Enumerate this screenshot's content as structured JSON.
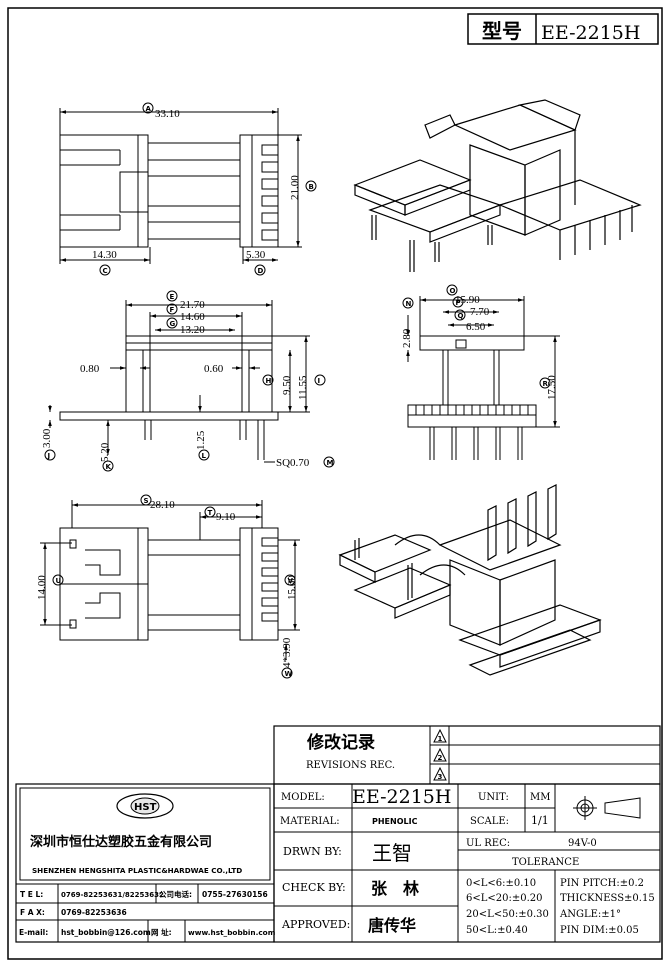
{
  "header": {
    "model_label": "型号",
    "model_value": "EE-2215H"
  },
  "views": {
    "top": {
      "A": "33.10",
      "B": "21.00",
      "C": "14.30",
      "D": "5.30"
    },
    "front": {
      "E": "21.70",
      "F": "14.60",
      "G": "13.20",
      "d080": "0.80",
      "d060": "0.60",
      "H": "9.50",
      "I": "11.55",
      "J": "3.00",
      "K": "5.20",
      "L": "1.25",
      "M": "SQ0.70"
    },
    "side": {
      "O": "15.90",
      "P": "7.70",
      "Q": "6.50",
      "N": "2.80",
      "R": "17.50"
    },
    "bottom": {
      "S": "28.10",
      "T": "9.10",
      "U": "14.00",
      "V": "15.60",
      "W": "4*3.90"
    },
    "markers": [
      "A",
      "B",
      "C",
      "D",
      "E",
      "F",
      "G",
      "H",
      "I",
      "J",
      "K",
      "L",
      "M",
      "N",
      "O",
      "P",
      "Q",
      "R",
      "S",
      "T",
      "U",
      "V",
      "W"
    ]
  },
  "revisions": {
    "title": "修改记录",
    "subtitle": "REVISIONS REC.",
    "rows": [
      "1",
      "2",
      "3"
    ]
  },
  "company": {
    "logo": "HST",
    "name_cn": "深圳市恒仕达塑胶五金有限公司",
    "name_en": "SHENZHEN HENGSHITA PLASTIC&HARDWAE CO.,LTD",
    "tel_label": "T E L:",
    "tel": "0769-82253631/82253632",
    "phone_label": "公司电话:",
    "phone": "0755-27630156",
    "fax_label": "F A X:",
    "fax": "0769-82253636",
    "email_label": "E-mail:",
    "email": "hst_bobbin@126.com",
    "web_label": "网 址:",
    "web": "www.hst_bobbin.com"
  },
  "titleblock": {
    "model_label": "MODEL:",
    "model": "EE-2215H",
    "material_label": "MATERIAL:",
    "material": "PHENOLIC",
    "drawn_label": "DRWN BY:",
    "drawn": "王智",
    "check_label": "CHECK BY:",
    "check": "张　林",
    "approved_label": "APPROVED:",
    "approved": "唐传华",
    "unit_label": "UNIT:",
    "unit": "MM",
    "scale_label": "SCALE:",
    "scale": "1/1",
    "ul_label": "UL REC:",
    "ul": "94V-0",
    "tolerance_label": "TOLERANCE",
    "tol": [
      "0<L<6:±0.10",
      "6<L<20:±0.20",
      "20<L<50:±0.30",
      "50<L:±0.40"
    ],
    "tol2": [
      "PIN PITCH:±0.2",
      "THICKNESS±0.15",
      "ANGLE:±1°",
      "PIN DIM:±0.05"
    ]
  }
}
